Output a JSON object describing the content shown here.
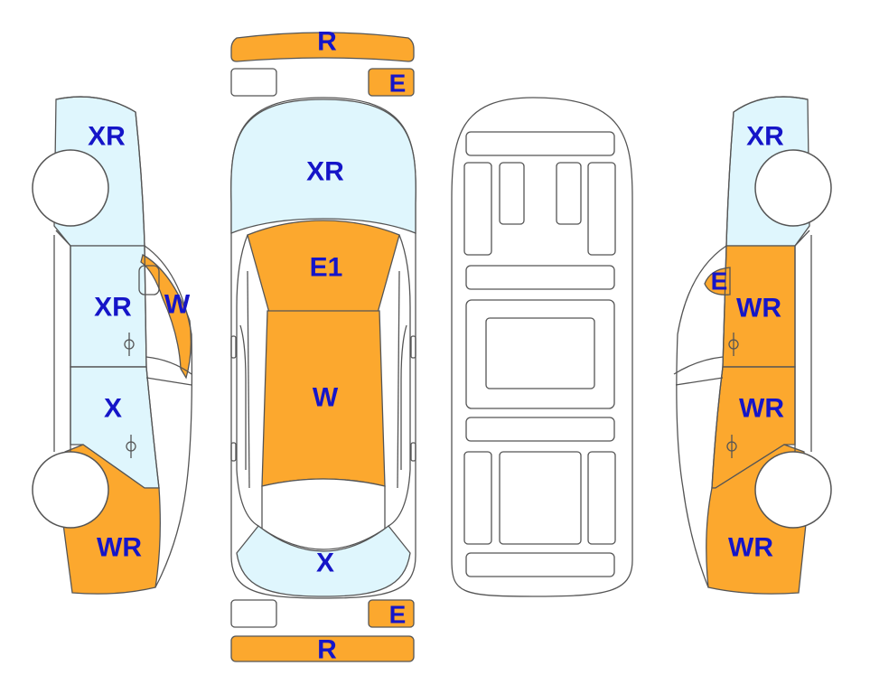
{
  "colors": {
    "X": "#dff6fd",
    "W": "#fca82e",
    "line": "#555555",
    "label": "#1515c8",
    "none": "#ffffff"
  },
  "labels": {
    "front_bumper": "R",
    "front_left_lamp": "",
    "front_right_lamp": "E",
    "hood": "XR",
    "roof": "E1",
    "rear_roof": "W",
    "trunk": "X",
    "rear_left_lamp": "",
    "rear_right_lamp": "E",
    "rear_bumper": "R",
    "left_front_fender": "XR",
    "left_front_door": "XR",
    "left_pillar": "W",
    "left_rear_door": "X",
    "left_rear_quarter": "WR",
    "right_front_fender": "XR",
    "right_mirror": "E",
    "right_front_door": "WR",
    "right_rear_door": "WR",
    "right_rear_quarter": "WR"
  }
}
